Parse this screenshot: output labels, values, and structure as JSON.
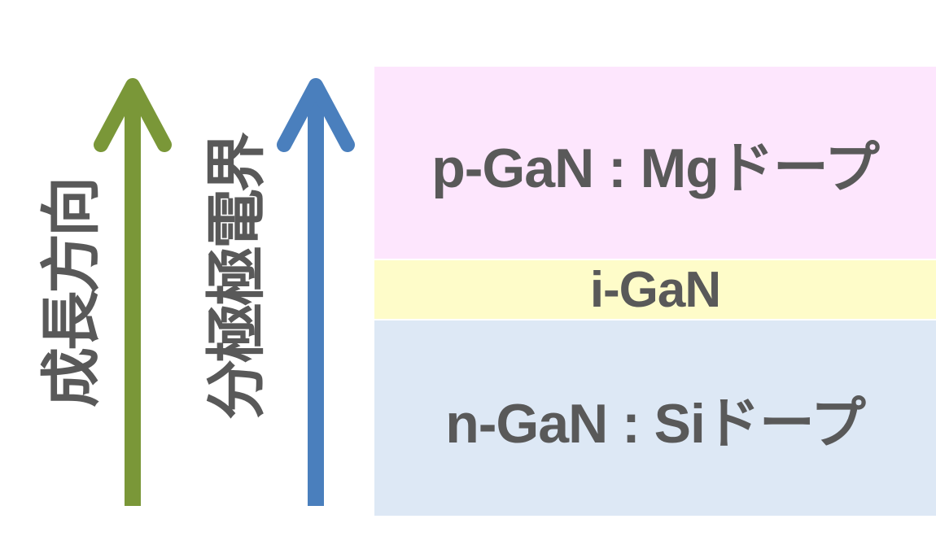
{
  "arrows": {
    "growth": {
      "label": "成長方向",
      "color": "#7a9738"
    },
    "polarization_field": {
      "label": "分極極電界",
      "color": "#4a7fbd"
    }
  },
  "layers": {
    "p": {
      "label": "p-GaN : Mgドープ",
      "color": "#fde6fd"
    },
    "i": {
      "label": "i-GaN",
      "color": "#fefcc9"
    },
    "n": {
      "label": "n-GaN : Siドープ",
      "color": "#dde8f5"
    }
  },
  "text_color": "#595959"
}
